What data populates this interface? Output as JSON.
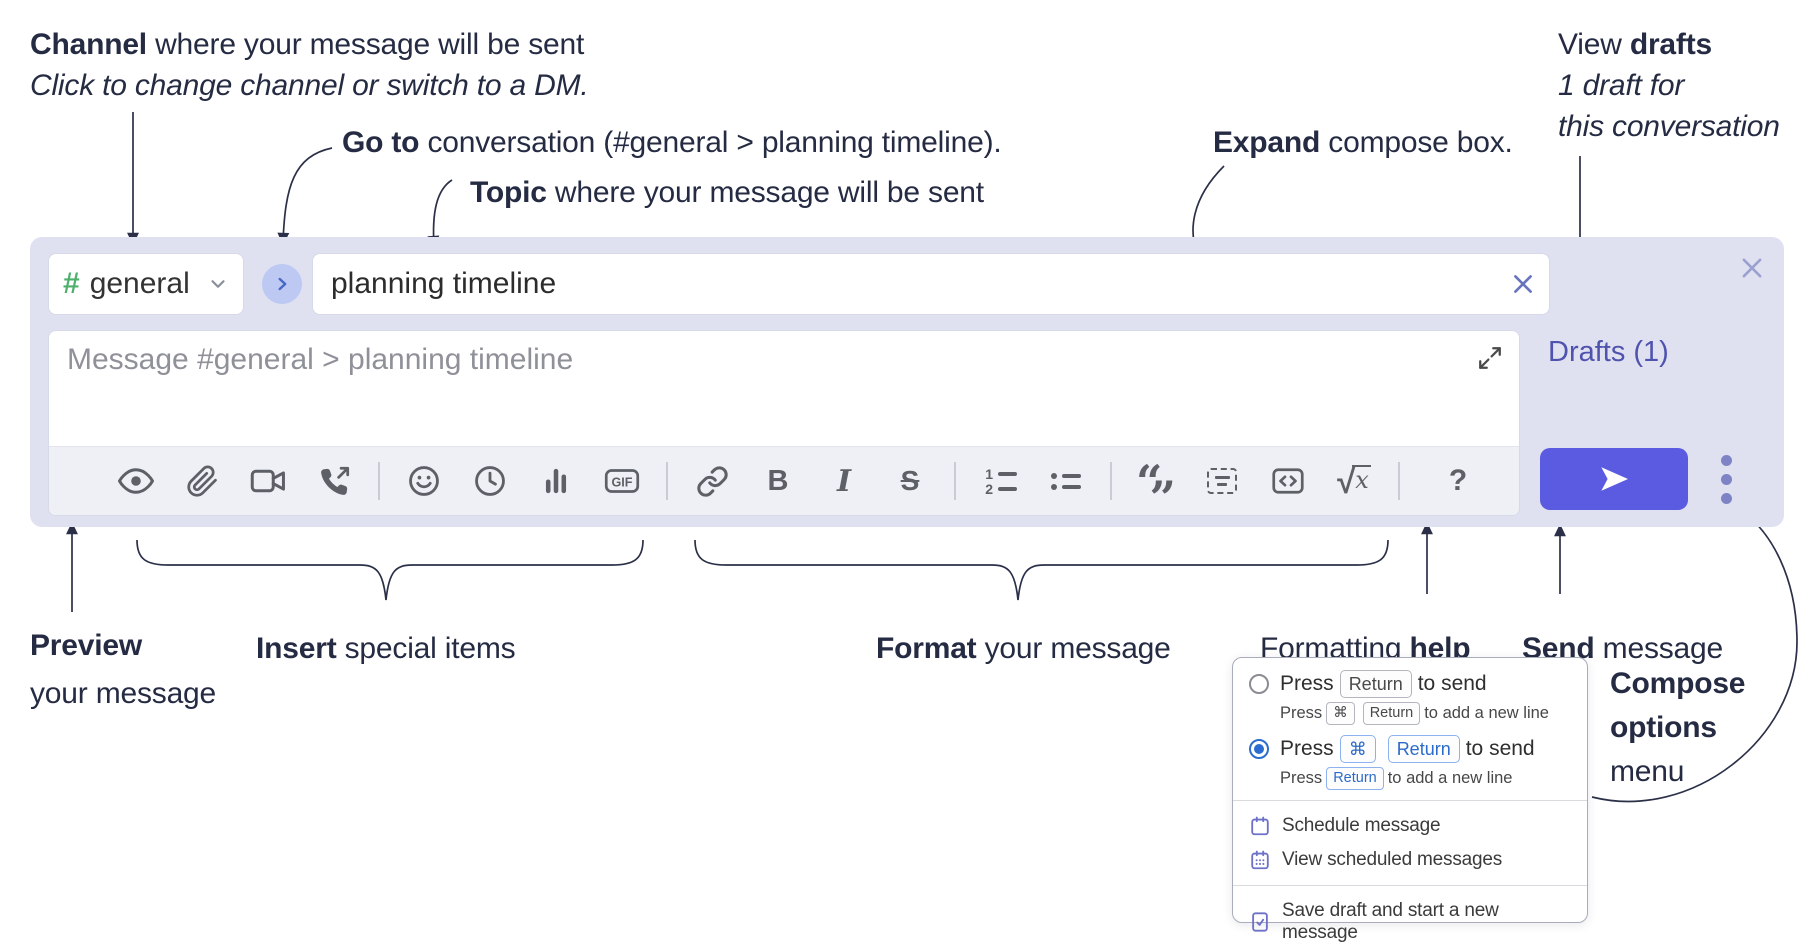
{
  "annotations": {
    "channel": {
      "bold": "Channel",
      "rest": " where your message will be sent",
      "line2": "Click to change channel or switch to a DM."
    },
    "goto": {
      "bold": "Go to",
      "rest": " conversation (#general > planning timeline)."
    },
    "topic": {
      "bold": "Topic",
      "rest": " where your message will be sent"
    },
    "expand": {
      "bold": "Expand",
      "rest": " compose box."
    },
    "drafts": {
      "line1_pre": "View ",
      "line1_bold": "drafts",
      "line2": "1 draft for",
      "line3": "this conversation"
    },
    "preview": {
      "bold": "Preview",
      "line2": "your message"
    },
    "insert": {
      "bold": "Insert",
      "rest": " special items"
    },
    "format": {
      "bold": "Format",
      "rest": " your message"
    },
    "help": {
      "pre": "Formatting ",
      "bold": "help"
    },
    "send": {
      "bold": "Send",
      "rest": " message"
    },
    "compose_options": {
      "line1": "Compose",
      "line2": "options",
      "line3": "menu"
    }
  },
  "compose": {
    "channel": {
      "hash": "#",
      "name": "general"
    },
    "topic": {
      "value": "planning timeline"
    },
    "message": {
      "placeholder": "Message #general > planning timeline"
    },
    "drafts_link": "Drafts (1)",
    "toolbar": {
      "icons": [
        "preview",
        "attach-file",
        "start-video-call",
        "start-voice-call",
        "emoji",
        "add-global-time",
        "add-poll",
        "add-gif",
        "link",
        "bold",
        "italic",
        "strikethrough",
        "numbered-list",
        "bulleted-list",
        "quote",
        "spoiler",
        "code",
        "math",
        "help"
      ],
      "gif_label": "GIF",
      "bold_label": "B",
      "italic_label": "I",
      "strike_label": "S",
      "help_label": "?",
      "sqrt": "√",
      "math_x": "x",
      "num1": "1",
      "num2": "2",
      "quote_open": "“",
      "quote_close": "”"
    }
  },
  "compose_options_menu": {
    "options": [
      {
        "selected": false,
        "main": {
          "pre": "Press",
          "kbd": [
            "Return"
          ],
          "post": "to send"
        },
        "sub": {
          "pre": "Press",
          "kbd": [
            "⌘",
            "Return"
          ],
          "post": "to add a new line"
        }
      },
      {
        "selected": true,
        "main": {
          "pre": "Press",
          "kbd": [
            "⌘",
            "Return"
          ],
          "post": "to send"
        },
        "sub": {
          "pre": "Press",
          "kbd": [
            "Return"
          ],
          "post": "to add a new line"
        }
      }
    ],
    "items": [
      {
        "icon": "calendar",
        "label": "Schedule message"
      },
      {
        "icon": "calendar-grid",
        "label": "View scheduled messages"
      },
      {
        "icon": "file-check",
        "label": "Save draft and start a new message"
      }
    ]
  },
  "colors": {
    "compose_bg": "#dfe1f1",
    "send_button": "#5a5be0",
    "hash_green": "#4fb06d",
    "drafts_link": "#4f53ad",
    "kbd_blue": "#2c6bc9",
    "annotation_ink": "#252b42"
  }
}
